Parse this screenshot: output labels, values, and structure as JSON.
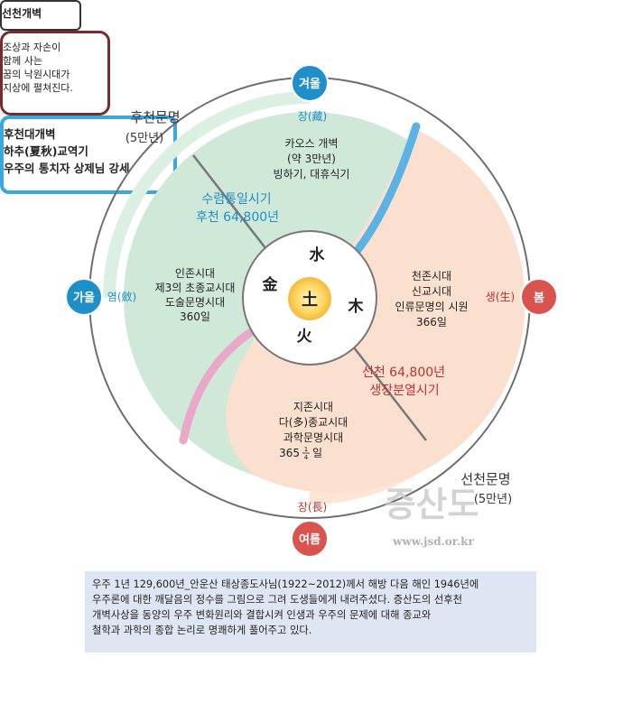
{
  "seasons": {
    "winter": {
      "label": "겨울",
      "sub": "장(藏)"
    },
    "spring": {
      "label": "봄",
      "sub": "생(生)"
    },
    "summer": {
      "label": "여름",
      "sub": "장(長)"
    },
    "autumn": {
      "label": "가을",
      "sub": "염(斂)"
    }
  },
  "elements": {
    "water": "水",
    "wood": "木",
    "fire": "火",
    "metal": "金",
    "earth": "土"
  },
  "era_labels": {
    "later_heaven": {
      "line1": "후천문명",
      "line2": "(5만년)"
    },
    "early_heaven": {
      "line1": "선천문명",
      "line2": "(5만년)"
    }
  },
  "chaos": {
    "line1": "카오스 개벽",
    "line2": "(약 3만년)",
    "line3": "빙하기, 대휴식기"
  },
  "harvest_period": {
    "line1": "수렴통일시기",
    "line2": "후천 64,800년"
  },
  "growth_period": {
    "line1": "선천 64,800년",
    "line2": "생장분열시기"
  },
  "autumn_era": {
    "line1": "인존시대",
    "line2": "제3의 초종교시대",
    "line3": "도술문명시대",
    "line4": "360일"
  },
  "spring_era": {
    "line1": "천존시대",
    "line2": "신교시대",
    "line3": "인류문명의 시원",
    "line4": "366일"
  },
  "summer_era": {
    "line1": "지존시대",
    "line2": "다(多)종교시대",
    "line3": "과학문명시대",
    "days_prefix": "365",
    "fraction_num": "1",
    "fraction_den": "4",
    "days_suffix": "일"
  },
  "boxes": {
    "early_opening": "선천개벽",
    "ancestors": {
      "line1": "조상과 자손이",
      "line2": "함께 사는",
      "line3": "꿈의 낙원시대가",
      "line4": "지상에 펼쳐진다."
    },
    "later_opening": {
      "line1": "후천대개벽",
      "line2": "하추(夏秋)교역기",
      "line3": "우주의 통치자 상제님 강세"
    }
  },
  "watermark": {
    "title": "증산도",
    "url": "www.jsd.or.kr"
  },
  "caption": {
    "line1": "우주 1년 129,600년_안운산 태상종도사님(1922~2012)께서 해방 다음 해인 1946년에",
    "line2": "우주론에 대한 깨달음의 정수를 그림으로 그려 도생들에게 내려주셨다. 증산도의 선후천",
    "line3": "개벽사상을 동양의 우주 변화원리와 결합시켜 인생과 우주의 문제에 대해 종교와",
    "line4": "철학과 과학의 종합 논리로 명쾌하게 풀어주고 있다."
  },
  "colors": {
    "winter_quadrant": "#cfe8d8",
    "early_heaven_region": "#fbe0cf",
    "seasons_blue": "#1f8fc9",
    "seasons_red": "#d9534f",
    "water_arc": "#5bb3e5",
    "fire_arc": "#e9a8c8",
    "period_blue": "#1f8fc9",
    "period_red": "#b83234",
    "caption_bg": "#dfe6f3"
  }
}
